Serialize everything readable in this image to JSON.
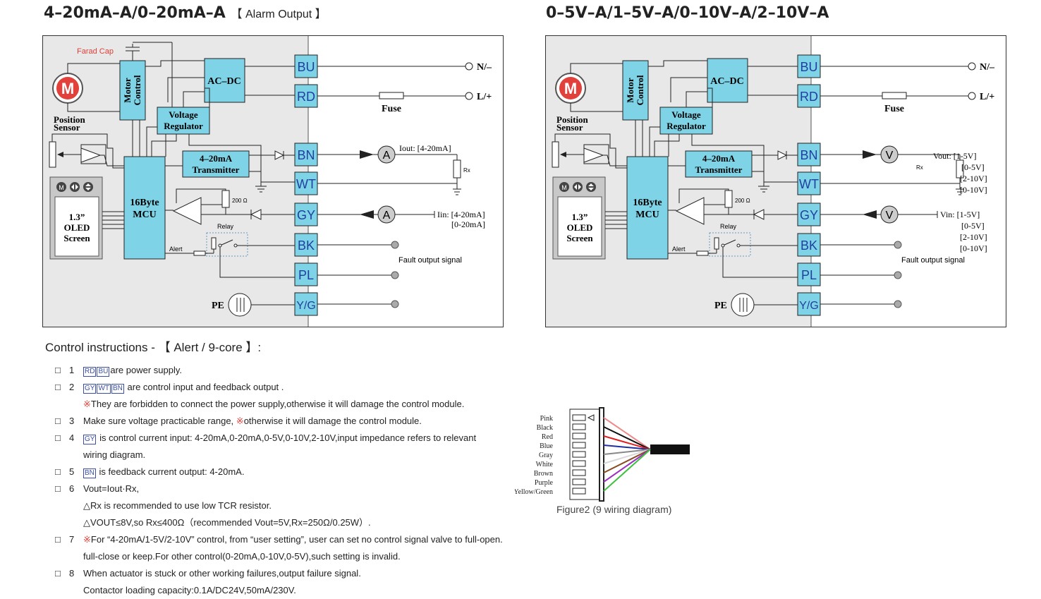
{
  "left_title": {
    "main": "4–20mA–A/0–20mA–A",
    "sub": "【 Alarm Output 】"
  },
  "right_title": {
    "main": "0–5V–A/1–5V–A/0–10V–A/2–10V–A"
  },
  "left_diagram": {
    "farad_cap": "Farad Cap",
    "motor_symbol": "M",
    "motor_control": [
      "Motor",
      "Control"
    ],
    "acdc": "AC–DC",
    "voltage_regulator": [
      "Voltage",
      "Regulator"
    ],
    "position_sensor": [
      "Position",
      "Sensor"
    ],
    "transmitter": [
      "4–20mA",
      "Transmitter"
    ],
    "mcu": [
      "16Byte",
      "MCU"
    ],
    "oled": [
      "1.3”",
      "OLED",
      "Screen"
    ],
    "resistor_200": "200 Ω",
    "relay": "Relay",
    "alert": "Alert",
    "pe": "PE",
    "terminals": [
      "BU",
      "RD",
      "BN",
      "WT",
      "GY",
      "BK",
      "PL",
      "Y/G"
    ],
    "n_label": "N/–",
    "l_label": "L/+",
    "fuse": "Fuse",
    "meter_out": "A",
    "meter_in": "A",
    "iout": "Iout: [4-20mA]",
    "rx": "Rx",
    "iin": [
      "Iin: [4-20mA]",
      "[0-20mA]"
    ],
    "fault": "Fault output signal"
  },
  "right_diagram": {
    "motor_symbol": "M",
    "motor_control": [
      "Motor",
      "Control"
    ],
    "acdc": "AC–DC",
    "voltage_regulator": [
      "Voltage",
      "Regulator"
    ],
    "position_sensor": [
      "Position",
      "Sensor"
    ],
    "transmitter": [
      "4–20mA",
      "Transmitter"
    ],
    "mcu": [
      "16Byte",
      "MCU"
    ],
    "oled": [
      "1.3”",
      "OLED",
      "Screen"
    ],
    "resistor_200": "200 Ω",
    "relay": "Relay",
    "alert": "Alert",
    "pe": "PE",
    "terminals": [
      "BU",
      "RD",
      "BN",
      "WT",
      "GY",
      "BK",
      "PL",
      "Y/G"
    ],
    "n_label": "N/–",
    "l_label": "L/+",
    "fuse": "Fuse",
    "meter_out": "V",
    "meter_in": "V",
    "vout": [
      "Vout: [1-5V]",
      "[0-5V]",
      "[2-10V]",
      "[0-10V]"
    ],
    "rx": "Rx",
    "vin": [
      "Vin: [1-5V]",
      "[0-5V]",
      "[2-10V]",
      "[0-10V]"
    ],
    "fault": "Fault output signal"
  },
  "instructions": {
    "heading": "Control instructions - 【 Alert / 9-core 】:",
    "checkbox": "□",
    "items": [
      {
        "num": "1",
        "tags": [
          "RD",
          "BU"
        ],
        "text": "are power supply."
      },
      {
        "num": "2",
        "tags": [
          "GY",
          "WT",
          "BN"
        ],
        "text": " are control input and feedback output ."
      },
      {
        "sub_warn": "※",
        "sub_text": "They are forbidden to connect the power supply,otherwise it will damage the control module."
      },
      {
        "num": "3",
        "text": "Make sure voltage practicable range, ",
        "warn": "※",
        "text2": "otherwise it will damage the control module."
      },
      {
        "num": "4",
        "tags": [
          "GY"
        ],
        "text": " is control current input: 4-20mA,0-20mA,0-5V,0-10V,2-10V,input impedance refers to relevant"
      },
      {
        "sub_text": "wiring diagram."
      },
      {
        "num": "5",
        "tags": [
          "BN"
        ],
        "text": " is feedback current output: 4-20mA."
      },
      {
        "num": "6",
        "text": "Vout=Iout·Rx,"
      },
      {
        "sub_text": "△Rx is recommended to use low TCR resistor."
      },
      {
        "sub_text": "△VOUT≤8V,so Rx≤400Ω（recommended Vout=5V,Rx=250Ω/0.25W）."
      },
      {
        "num": "7",
        "warn": "※",
        "text": "For “4-20mA/1-5V/2-10V” control, from “user setting”, user can set no  control signal valve to full-open."
      },
      {
        "sub_text": "full-close or keep.For other control(0-20mA,0-10V,0-5V),such setting is invalid."
      },
      {
        "num": "8",
        "text": "When actuator is stuck or other working failures,output failure signal."
      },
      {
        "sub_text": "Contactor loading capacity:0.1A/DC24V,50mA/230V."
      }
    ]
  },
  "figure2": {
    "wires": [
      {
        "label": "Pink",
        "color": "#f08a8a"
      },
      {
        "label": "Black",
        "color": "#111111"
      },
      {
        "label": "Red",
        "color": "#e02020"
      },
      {
        "label": "Blue",
        "color": "#2030a0"
      },
      {
        "label": "Gray",
        "color": "#888888"
      },
      {
        "label": "White",
        "color": "#d8d8d8"
      },
      {
        "label": "Brown",
        "color": "#8a4a20"
      },
      {
        "label": "Purple",
        "color": "#9a30c0"
      },
      {
        "label": "Yellow/Green",
        "color": "#40c040"
      }
    ],
    "caption": "Figure2 (9 wiring diagram)"
  }
}
